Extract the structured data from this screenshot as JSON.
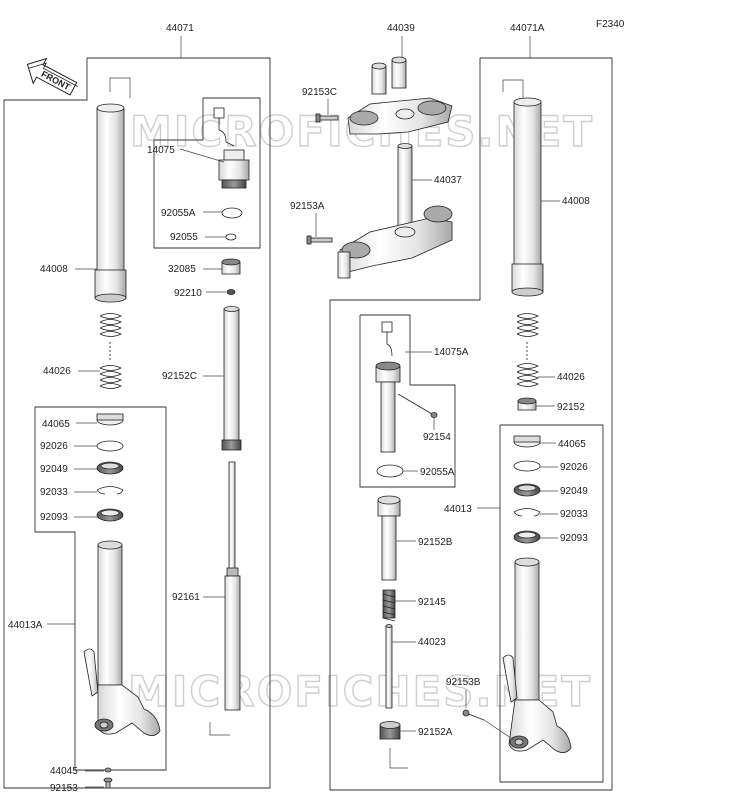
{
  "diagram_code": "F2340",
  "front_arrow_label": "FRONT",
  "watermark_text": "MICROFICHES.NET",
  "assembly_labels": {
    "left_fork": "44071",
    "right_fork": "44071A",
    "triple_clamp": "44039"
  },
  "left_labels": {
    "tube": "44008",
    "spring": "44026",
    "bush_65": "44065",
    "washer_26": "92026",
    "seal_49": "92049",
    "clip_33": "92033",
    "seal_93": "92093",
    "outer_tube": "44013A",
    "washer_45": "44045",
    "bolt_53": "92153"
  },
  "center_labels": {
    "damper_cap": "14075",
    "oring_55a": "92055A",
    "oring_55": "92055",
    "nut_85": "32085",
    "washer_10": "92210",
    "collar_52c": "92152C",
    "rod_61": "92161",
    "bolt_53c": "92153C",
    "stem": "44037",
    "bolt_53a": "92153A"
  },
  "right_labels": {
    "damper_cap": "14075A",
    "screw_54": "92154",
    "oring_55a": "92055A",
    "collar_52b": "92152B",
    "spring_45": "92145",
    "rod_23": "44023",
    "bolt_53b": "92153B",
    "nut_52a": "92152A",
    "tube": "44008",
    "spring": "44026",
    "collar_52": "92152",
    "bush_65": "44065",
    "washer_26": "92026",
    "seal_49": "92049",
    "outer_tube": "44013",
    "clip_33": "92033",
    "seal_93": "92093"
  },
  "colors": {
    "line": "#222222",
    "part_fill": "#f2f2f2",
    "part_dark": "#8a8a8a",
    "watermark": "#cfcfcf"
  }
}
